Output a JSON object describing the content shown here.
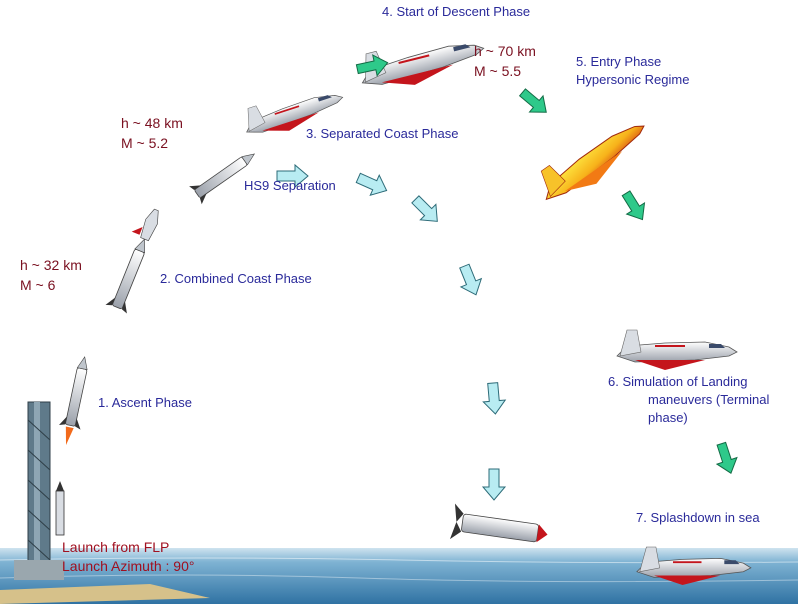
{
  "phases": {
    "ascent": "1. Ascent Phase",
    "combined_coast": "2. Combined Coast Phase",
    "separated_coast": "3. Separated Coast  Phase",
    "hs9_separation": "HS9 Separation",
    "start_descent": "4. Start of Descent  Phase",
    "entry_line1": "5. Entry Phase",
    "entry_line2": "Hypersonic Regime",
    "landing_line1": "6. Simulation of Landing",
    "landing_line2": "maneuvers (Terminal",
    "landing_line3": "phase)",
    "splashdown": "7.   Splashdown in sea"
  },
  "conditions": {
    "c32_h": "h ~ 32 km",
    "c32_m": "M ~ 6",
    "c48_h": "h ~ 48 km",
    "c48_m": "M ~ 5.2",
    "c70_h": "h ~ 70 km",
    "c70_m": "M ~ 5.5"
  },
  "launch": {
    "line1": "Launch from FLP",
    "line2": "Launch Azimuth : 90°"
  },
  "colors": {
    "phase_text": "#2a2a9a",
    "condition_text": "#7a1020",
    "launch_text": "#a01020",
    "cyan_arrow": "#b8ecf2",
    "green_arrow": "#2ec98a",
    "sea": "#3f86b5",
    "sky_horizon": "#cfe3ef"
  }
}
